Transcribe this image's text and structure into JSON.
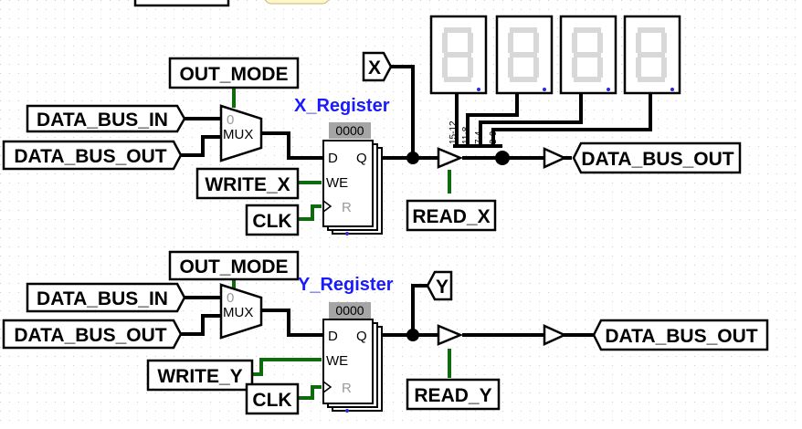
{
  "colors": {
    "wire": "#000000",
    "active_wire": "#0e6b0e",
    "register_title": "#1a1aff",
    "grid_dot": "#cccccc",
    "seg_off": "#d8d8d8"
  },
  "x_section": {
    "out_mode": "OUT_MODE",
    "bus_in": "DATA_BUS_IN",
    "bus_out_in": "DATA_BUS_OUT",
    "mux": "MUX",
    "mux_input0": "0",
    "register_title": "X_Register",
    "register_value": "0000",
    "write": "WRITE_X",
    "clk": "CLK",
    "reg_d": "D",
    "reg_q": "Q",
    "reg_we": "WE",
    "reg_r": "R",
    "tunnel": "X",
    "read": "READ_X",
    "bus_out": "DATA_BUS_OUT",
    "splitter_labels": [
      "15-12",
      "11-8",
      "7-4",
      "3-0"
    ]
  },
  "y_section": {
    "out_mode": "OUT_MODE",
    "bus_in": "DATA_BUS_IN",
    "bus_out_in": "DATA_BUS_OUT",
    "mux": "MUX",
    "mux_input0": "0",
    "register_title": "Y_Register",
    "register_value": "0000",
    "write": "WRITE_Y",
    "clk": "CLK",
    "reg_d": "D",
    "reg_q": "Q",
    "reg_we": "WE",
    "reg_r": "R",
    "tunnel": "Y",
    "read": "READ_Y",
    "bus_out": "DATA_BUS_OUT"
  }
}
